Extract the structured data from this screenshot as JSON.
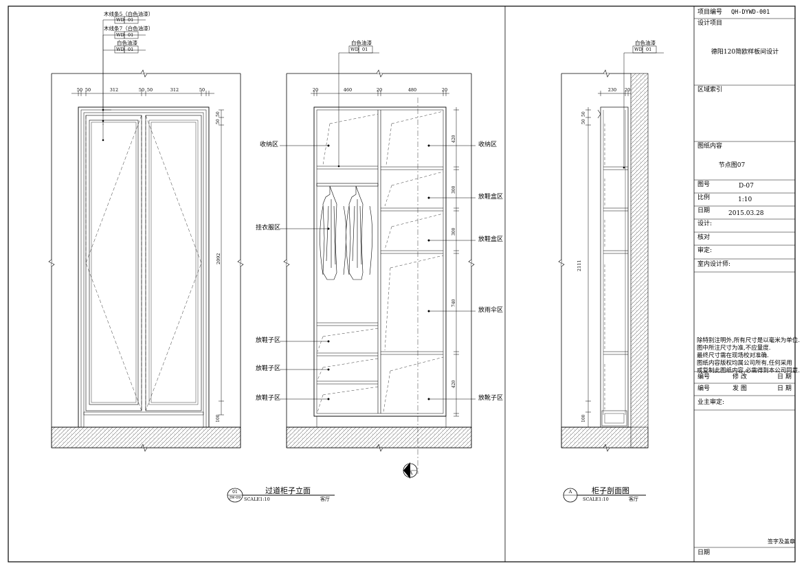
{
  "title_block": {
    "project_no_label": "项目编号",
    "project_no": "QH-DYWD-001",
    "design_project_label": "设计项目",
    "design_project": "德阳120简欧样板间设计",
    "area_index_label": "区域索引",
    "drawing_content_label": "图纸内容",
    "drawing_content": "节点图07",
    "drawing_no_label": "图号",
    "drawing_no": "D-07",
    "scale_label": "比例",
    "scale": "1:10",
    "date_label": "日期",
    "date": "2015.03.28",
    "design_label": "设计:",
    "check_label": "核对",
    "review_label": "审定:",
    "designer_label": "室内设计师:",
    "notes": [
      "除特别注明外,所有尺寸是以毫米为单位.",
      "图中所注尺寸为准,不应量度.",
      "最终尺寸需在现场校对准确.",
      "图纸内容版权均属公司所有,任何采用",
      "或复制此图纸内容,必需得到本公司同意."
    ],
    "rev_no_label": "编号",
    "rev_label": "修 改",
    "rev_date_label": "日 期",
    "issue_no_label": "编号",
    "issue_label": "发 图",
    "issue_date_label": "日 期",
    "owner_review_label": "业主审定:",
    "sign_label": "签字及盖章",
    "bottom_date_label": "日期"
  },
  "view1": {
    "title": "过道柜子立面",
    "scale": "SCALE1:10",
    "room": "客厅",
    "symbol_top": "01",
    "symbol_bottom": "JW-09",
    "callouts": [
      {
        "label": "木线条5（白色油漆）",
        "code": "WD",
        "num": "01"
      },
      {
        "label": "木线条7（白色油漆）",
        "code": "WD",
        "num": "01"
      },
      {
        "label": "白色油漆",
        "code": "WD",
        "num": "01"
      }
    ],
    "top_dims": [
      "50",
      "50",
      "312",
      "50",
      "50",
      "312",
      "50"
    ],
    "height_dim": "2092",
    "right_dims": [
      "50",
      "50",
      "100"
    ]
  },
  "view2": {
    "callout": {
      "label": "白色油漆",
      "code": "WD",
      "num": "01"
    },
    "top_dims": [
      "20",
      "460",
      "20",
      "480",
      "20"
    ],
    "right_dims": [
      "420",
      "300",
      "300",
      "740",
      "420"
    ],
    "left_labels": [
      "收纳区",
      "挂衣服区",
      "放鞋子区",
      "放鞋子区",
      "放鞋子区"
    ],
    "right_labels": [
      "收纳区",
      "放鞋盒区",
      "放鞋盒区",
      "放雨伞区",
      "放靴子区"
    ],
    "section_mark": "A"
  },
  "view3": {
    "title": "柜子剖面图",
    "scale": "SCALE1:10",
    "room": "客厅",
    "symbol": "A",
    "callout": {
      "label": "白色油漆",
      "code": "WD",
      "num": "01"
    },
    "top_dims": [
      "230",
      "20"
    ],
    "height_dim": "2111",
    "left_dims": [
      "50",
      "50",
      "100"
    ]
  }
}
